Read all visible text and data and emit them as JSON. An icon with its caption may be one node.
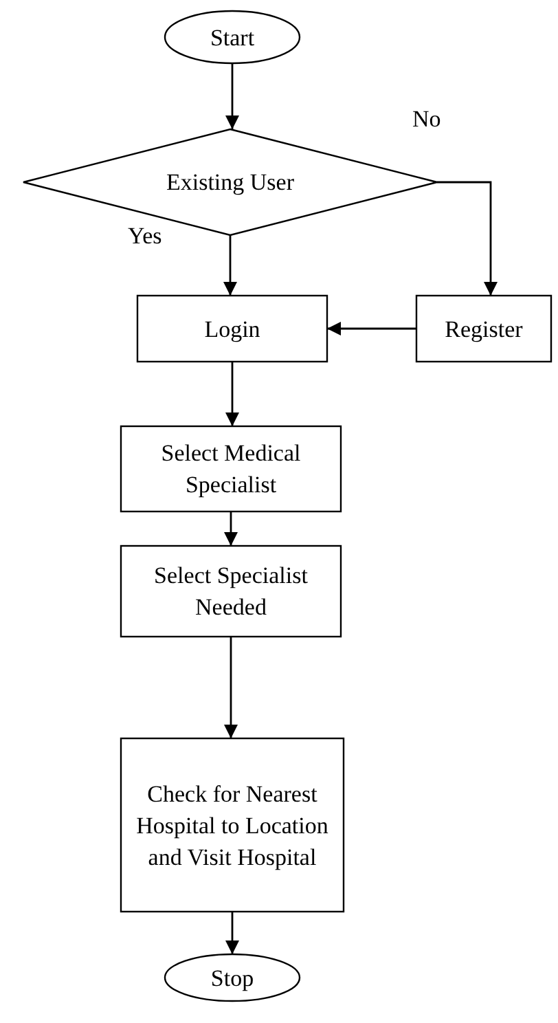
{
  "diagram": {
    "nodes": [
      {
        "text": [
          "Start"
        ]
      },
      {
        "text": [
          "Existing User"
        ]
      },
      {
        "text": [
          "Login"
        ]
      },
      {
        "text": [
          "Register"
        ]
      },
      {
        "text": [
          "Select Medical Specialist"
        ]
      },
      {
        "text": [
          "Select Specialist Needed"
        ]
      },
      {
        "text": [
          "Check for Nearest Hospital to Location and Visit Hospital"
        ]
      },
      {
        "text": [
          "Stop"
        ]
      }
    ],
    "edges": [
      {
        "from": 0,
        "to": 1,
        "arrow": "to"
      },
      {
        "from": 1,
        "to": 2,
        "arrow": "to",
        "label": "Yes"
      },
      {
        "from": 1,
        "to": 3,
        "arrow": "to",
        "label": "No"
      },
      {
        "from": 3,
        "to": 2,
        "arrow": "to"
      },
      {
        "from": 2,
        "to": 4,
        "arrow": "to"
      },
      {
        "from": 4,
        "to": 5,
        "arrow": "to"
      },
      {
        "from": 5,
        "to": 6,
        "arrow": "to"
      },
      {
        "from": 6,
        "to": 7,
        "arrow": "to"
      }
    ]
  }
}
